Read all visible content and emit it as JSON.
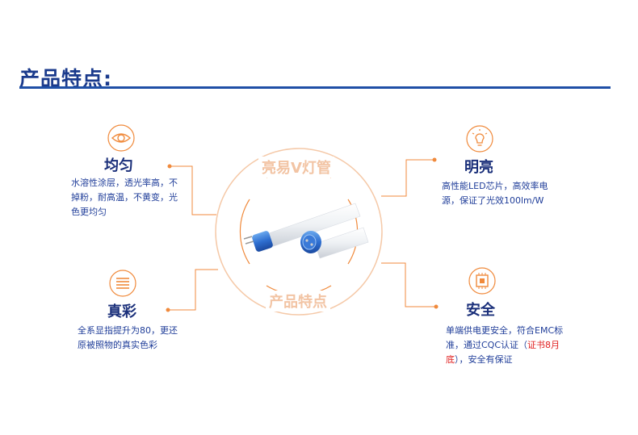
{
  "header": {
    "title": "产品特点:"
  },
  "center": {
    "top_label": "亮易V灯管",
    "bottom_label": "产品特点"
  },
  "features": {
    "uniform": {
      "title": "均匀",
      "desc": "水溶性涂层，透光率高，不掉粉，耐高温，不黄变，光色更均匀",
      "icon": "eye-icon"
    },
    "bright": {
      "title": "明亮",
      "desc": "高性能LED芯片，高效率电源，保证了光效100lm/W",
      "icon": "lightbulb-icon"
    },
    "true_color": {
      "title": "真彩",
      "desc": "全系显指提升为80，更还原被照物的真实色彩",
      "icon": "lines-icon"
    },
    "safe": {
      "title": "安全",
      "desc_before": "单端供电更安全，符合EMC标准，通过CQC认证（",
      "desc_red": "证书8月底",
      "desc_after": "），安全有保证",
      "icon": "chip-icon"
    }
  },
  "colors": {
    "accent": "#f08a3c",
    "title": "#1a3a8c",
    "text": "#1f3d99",
    "highlight": "#e02020"
  }
}
